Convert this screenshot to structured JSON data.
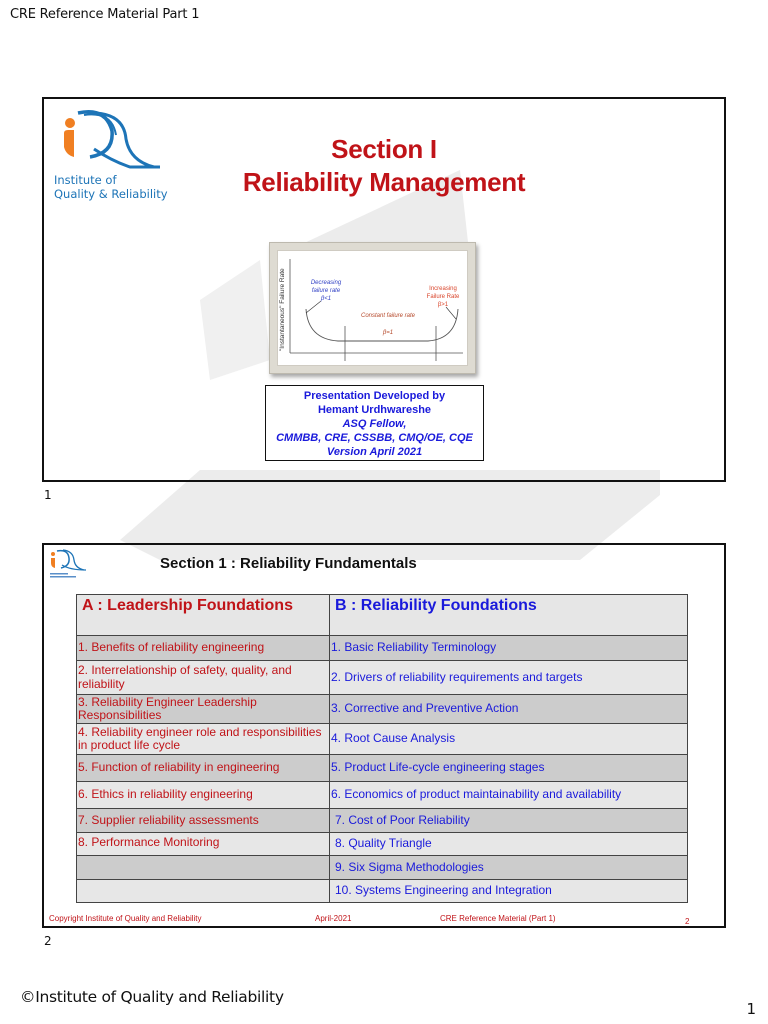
{
  "document": {
    "header": "CRE Reference Material Part 1",
    "footer_left": "©Institute of Quality and Reliability",
    "footer_page": "1"
  },
  "slide1": {
    "number": "1",
    "logo": {
      "icon": "iqr-logo-icon",
      "line1": "Institute of",
      "line2": "Quality & Reliability"
    },
    "title_line1": "Section I",
    "title_line2": "Reliability Management",
    "chart": {
      "y_axis_label": "\"Instantaneous\" Failure Rate",
      "decreasing_label_1": "Decreasing",
      "decreasing_label_2": "failure rate",
      "decreasing_beta": "β<1",
      "constant_label": "Constant failure rate",
      "constant_beta": "β=1",
      "increasing_label_1": "Increasing",
      "increasing_label_2": "Failure Rate",
      "increasing_beta": "β>1"
    },
    "credits": {
      "line1": "Presentation Developed by",
      "line2": "Hemant Urdhwareshe",
      "line3": "ASQ Fellow,",
      "line4": "CMMBB, CRE, CSSBB, CMQ/OE, CQE",
      "line5": "Version April 2021"
    }
  },
  "slide2": {
    "number": "2",
    "title": "Section 1 : Reliability Fundamentals",
    "logo_icon": "iqr-logo-icon",
    "table": {
      "header_a": "A : Leadership Foundations",
      "header_b": "B : Reliability Foundations",
      "rows": [
        {
          "a": "1. Benefits of reliability engineering",
          "b": "1. Basic Reliability Terminology"
        },
        {
          "a": "2. Interrelationship of safety, quality, and reliability",
          "b": "2. Drivers of reliability requirements and targets"
        },
        {
          "a": "3. Reliability Engineer Leadership Responsibilities",
          "b": "3. Corrective and Preventive Action"
        },
        {
          "a": "4. Reliability engineer role and responsibilities in product life cycle",
          "b": "4. Root Cause Analysis"
        },
        {
          "a": "5. Function of reliability in engineering",
          "b": "5. Product Life-cycle engineering stages"
        },
        {
          "a": "6. Ethics in reliability engineering",
          "b": "6. Economics of product maintainability and availability"
        },
        {
          "a": "7. Supplier reliability assessments",
          "b": "7. Cost of Poor Reliability"
        },
        {
          "a": "8. Performance Monitoring",
          "b": "8. Quality Triangle"
        },
        {
          "a": "",
          "b": "9. Six Sigma Methodologies"
        },
        {
          "a": "",
          "b": "10. Systems Engineering and Integration"
        }
      ]
    },
    "footer": {
      "copyright": "Copyright Institute of Quality and Reliability",
      "date": "April-2021",
      "doc": "CRE Reference Material (Part 1)",
      "page": "2"
    }
  },
  "colors": {
    "title_red": "#c01318",
    "blue_text": "#1a1adb",
    "logo_blue": "#1d74b7",
    "logo_orange": "#f07f22",
    "row_dark": "#cccccc",
    "row_light": "#e7e7e7"
  }
}
